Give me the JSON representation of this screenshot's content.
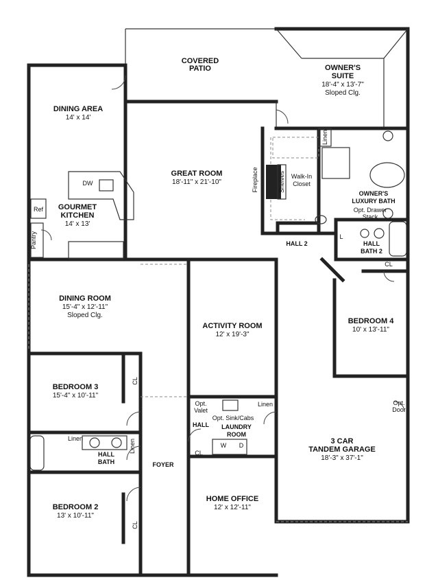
{
  "rooms": {
    "covered_patio": {
      "name": "COVERED\nPATIO",
      "l1": "COVERED",
      "l2": "PATIO"
    },
    "owners_suite": {
      "l1": "OWNER'S",
      "l2": "SUITE",
      "dim": "18'-4\" x 13'-7\"",
      "note": "Sloped Clg."
    },
    "dining_area": {
      "name": "DINING AREA",
      "dim": "14' x 14'"
    },
    "great_room": {
      "name": "GREAT ROOM",
      "dim": "18'-11\" x 21'-10\""
    },
    "gourmet_kitchen": {
      "l1": "GOURMET",
      "l2": "KITCHEN",
      "dim": "14' x 13'"
    },
    "walk_in_closet": {
      "l1": "Walk-In",
      "l2": "Closet"
    },
    "owners_bath": {
      "l1": "OWNER'S",
      "l2": "LUXURY BATH"
    },
    "hall_2": {
      "name": "HALL 2"
    },
    "hall_bath_2": {
      "l1": "HALL",
      "l2": "BATH 2"
    },
    "dining_room": {
      "name": "DINING ROOM",
      "dim": "15'-4\" x 12'-11\"",
      "note": "Sloped Clg."
    },
    "activity_room": {
      "name": "ACTIVITY ROOM",
      "dim": "12' x 19'-3\""
    },
    "bedroom_4": {
      "name": "BEDROOM 4",
      "dim": "10' x 13'-11\""
    },
    "bedroom_3": {
      "name": "BEDROOM 3",
      "dim": "15'-4\" x 10'-11\""
    },
    "hall": {
      "name": "HALL"
    },
    "laundry": {
      "l1": "LAUNDRY",
      "l2": "ROOM"
    },
    "garage": {
      "l1": "3 CAR",
      "l2": "TANDEM GARAGE",
      "dim": "18'-3\" x 37'-1\""
    },
    "hall_bath": {
      "l1": "HALL",
      "l2": "BATH"
    },
    "foyer": {
      "name": "FOYER"
    },
    "bedroom_2": {
      "name": "BEDROOM 2",
      "dim": "13' x 10'-11\""
    },
    "home_office": {
      "name": "HOME OFFICE",
      "dim": "12' x 12'-11\""
    }
  },
  "fixtures": {
    "dw": "DW",
    "ref": "Ref",
    "pantry": "Pantry",
    "fireplace": "Fireplace",
    "shelves": "Shelves",
    "linen": "Linen",
    "opt_drawer_l1": "Opt. Drawer",
    "opt_drawer_l2": "Stack",
    "l": "L",
    "cl": "CL",
    "opt_valet_l1": "Opt.",
    "opt_valet_l2": "Valet",
    "opt_sink": "Opt. Sink/Cabs",
    "w": "W",
    "d": "D",
    "opt_door_l1": "Opt.",
    "opt_door_l2": "Door"
  }
}
